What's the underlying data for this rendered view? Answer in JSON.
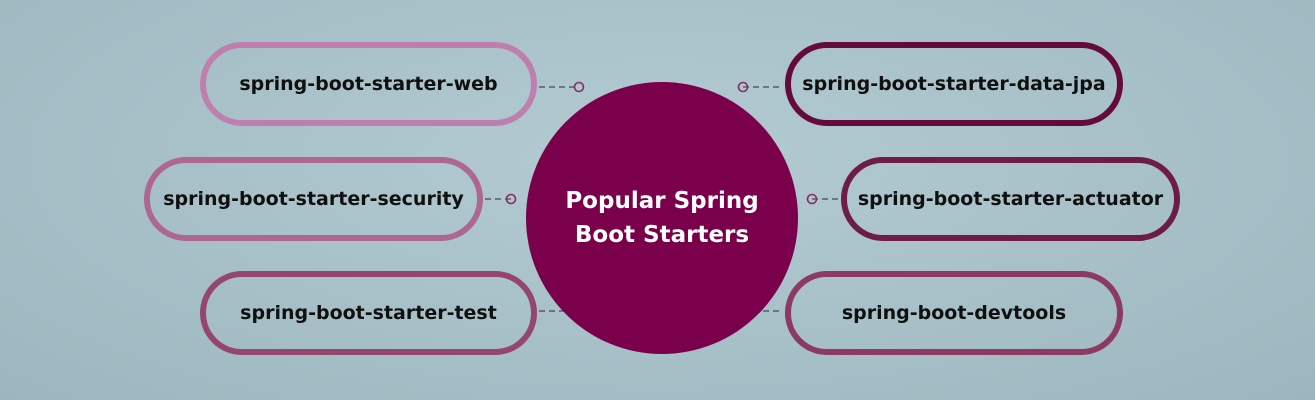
{
  "center": {
    "title": "Popular Spring Boot Starters",
    "color": "#7a004b"
  },
  "nodes": [
    {
      "label": "spring-boot-starter-web",
      "side": "left",
      "border_color": "#bf7fae"
    },
    {
      "label": "spring-boot-starter-security",
      "side": "left",
      "border_color": "#ad6791"
    },
    {
      "label": "spring-boot-starter-test",
      "side": "left",
      "border_color": "#95466c"
    },
    {
      "label": "spring-boot-starter-data-jpa",
      "side": "right",
      "border_color": "#640b3c"
    },
    {
      "label": "spring-boot-starter-actuator",
      "side": "right",
      "border_color": "#6d1b47"
    },
    {
      "label": "spring-boot-devtools",
      "side": "right",
      "border_color": "#8d3a63"
    }
  ],
  "connector_color": "#5b5b66",
  "connector_dot_color": "#8a2c5f"
}
